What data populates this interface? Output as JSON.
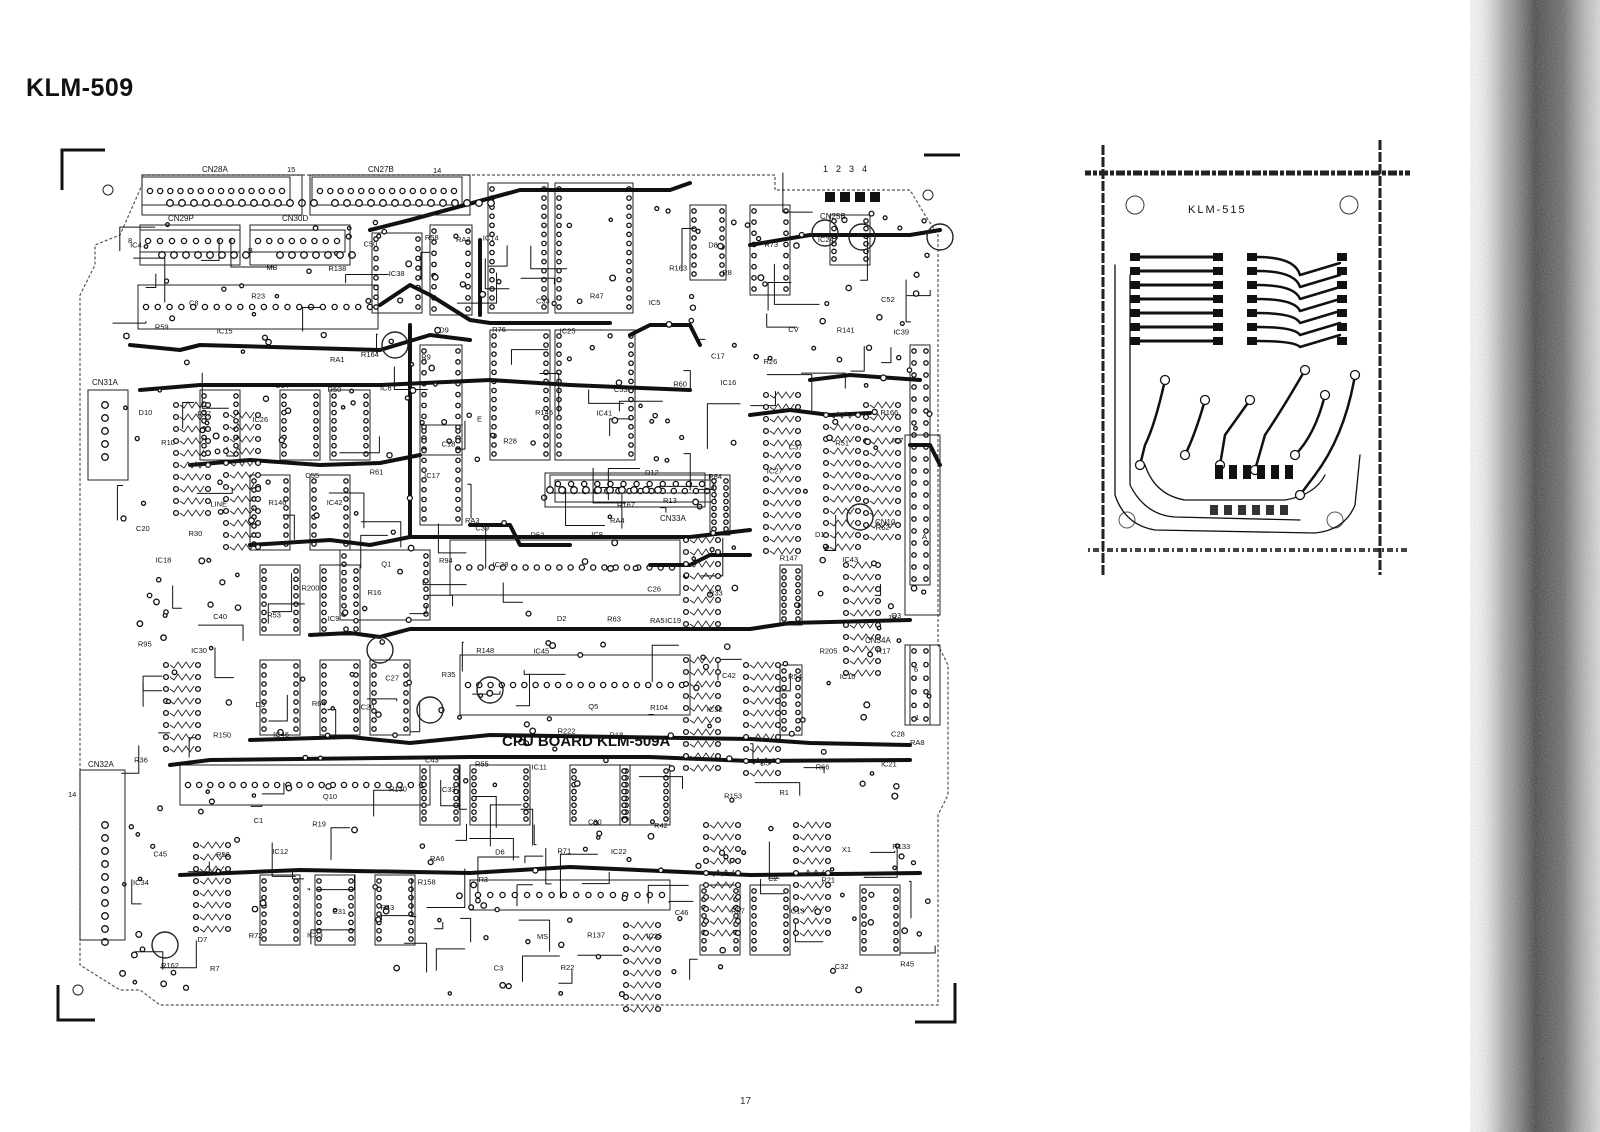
{
  "header": {
    "title": "KLM-509"
  },
  "main_board": {
    "silkscreen": "CPU BOARD KLM-509A",
    "connectors": [
      "CN28A",
      "CN27B",
      "CN29P",
      "CN30D",
      "CN31A",
      "CN32A",
      "CN33A",
      "CN34A",
      "CN25B",
      "CN10"
    ],
    "pin_marks": [
      "15",
      "14",
      "8",
      "B",
      "A",
      "6",
      "1",
      "18",
      "14"
    ],
    "resistor_arrays": [
      "RA1",
      "RA2",
      "RA3",
      "RA4",
      "RA5",
      "RA6",
      "RA8"
    ],
    "ic_labels": [
      "IC4",
      "IC5",
      "IC6",
      "IC7",
      "IC8",
      "IC9",
      "IC10",
      "IC11",
      "IC12",
      "IC13",
      "IC14",
      "IC15",
      "IC16",
      "IC17",
      "IC18",
      "IC19",
      "IC20",
      "IC21",
      "IC22",
      "IC23",
      "IC24",
      "IC25",
      "IC26",
      "IC27",
      "IC28",
      "IC30",
      "IC32",
      "IC33",
      "IC34",
      "IC35",
      "IC38",
      "IC39",
      "IC41",
      "IC42",
      "IC43",
      "IC45",
      "IC46"
    ],
    "resistor_labels": [
      "R1",
      "R3",
      "R7",
      "R8",
      "R9",
      "R10",
      "R13",
      "R16",
      "R17",
      "R18",
      "R19",
      "R21",
      "R22",
      "R23",
      "R26",
      "R28",
      "R30",
      "R33",
      "R35",
      "R36",
      "R42",
      "R43",
      "R45",
      "R47",
      "R50",
      "R51",
      "R52",
      "R53",
      "R54",
      "R55",
      "R56",
      "R57",
      "R58",
      "R59",
      "R60",
      "R61",
      "R62",
      "R63",
      "R64",
      "R66",
      "R71",
      "R72",
      "R73",
      "R76",
      "R77",
      "R84",
      "R94",
      "R95",
      "R104",
      "R130",
      "R133",
      "R137",
      "R138",
      "R141",
      "R145",
      "R146",
      "R147",
      "R148",
      "R150",
      "R153",
      "R158",
      "R162",
      "R163",
      "R164",
      "R166",
      "R167",
      "R200",
      "R205",
      "R222"
    ],
    "capacitor_labels": [
      "C1",
      "C2",
      "C3",
      "C8",
      "C17",
      "C18",
      "C20",
      "C26",
      "C27",
      "C28",
      "C30",
      "C31",
      "C32",
      "C33",
      "C34",
      "C37",
      "C39",
      "C40",
      "C42",
      "C43",
      "C45",
      "C46",
      "C50",
      "C52",
      "C53",
      "C55"
    ],
    "diode_labels": [
      "D1",
      "D2",
      "D3",
      "D5",
      "D6",
      "D7",
      "D8",
      "D9",
      "D10",
      "D12"
    ],
    "transistor_labels": [
      "Q1",
      "Q3",
      "Q5",
      "Q10"
    ],
    "misc_labels": [
      "X1",
      "MS",
      "MB",
      "CV",
      "E",
      "LINE"
    ],
    "header_pins": [
      "1",
      "2",
      "3",
      "4"
    ]
  },
  "sub_board": {
    "silkscreen": "KLM-515"
  },
  "footer": {
    "page_number": "17"
  }
}
